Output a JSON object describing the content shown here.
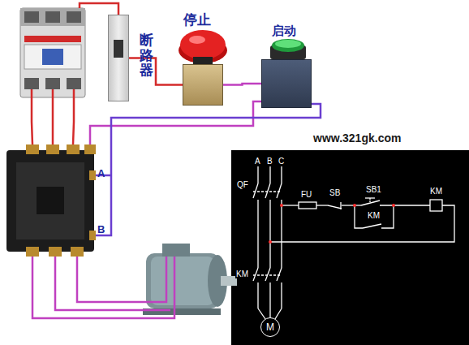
{
  "diagram": {
    "nodes": [
      {
        "text": [
          "断路器"
        ]
      },
      {
        "text": [
          "停止"
        ]
      },
      {
        "text": [
          "启动"
        ]
      },
      {
        "text": [
          "M"
        ]
      }
    ],
    "edges": [
      {
        "from": 0,
        "to": 1,
        "arrow": "none"
      },
      {
        "from": 1,
        "to": 2,
        "arrow": "none"
      }
    ],
    "labels": [
      "A",
      "B",
      "www.321gk.com",
      "A",
      "B",
      "C",
      "QF",
      "FU",
      "SB",
      "SB1",
      "KM",
      "KM",
      "KM"
    ]
  }
}
